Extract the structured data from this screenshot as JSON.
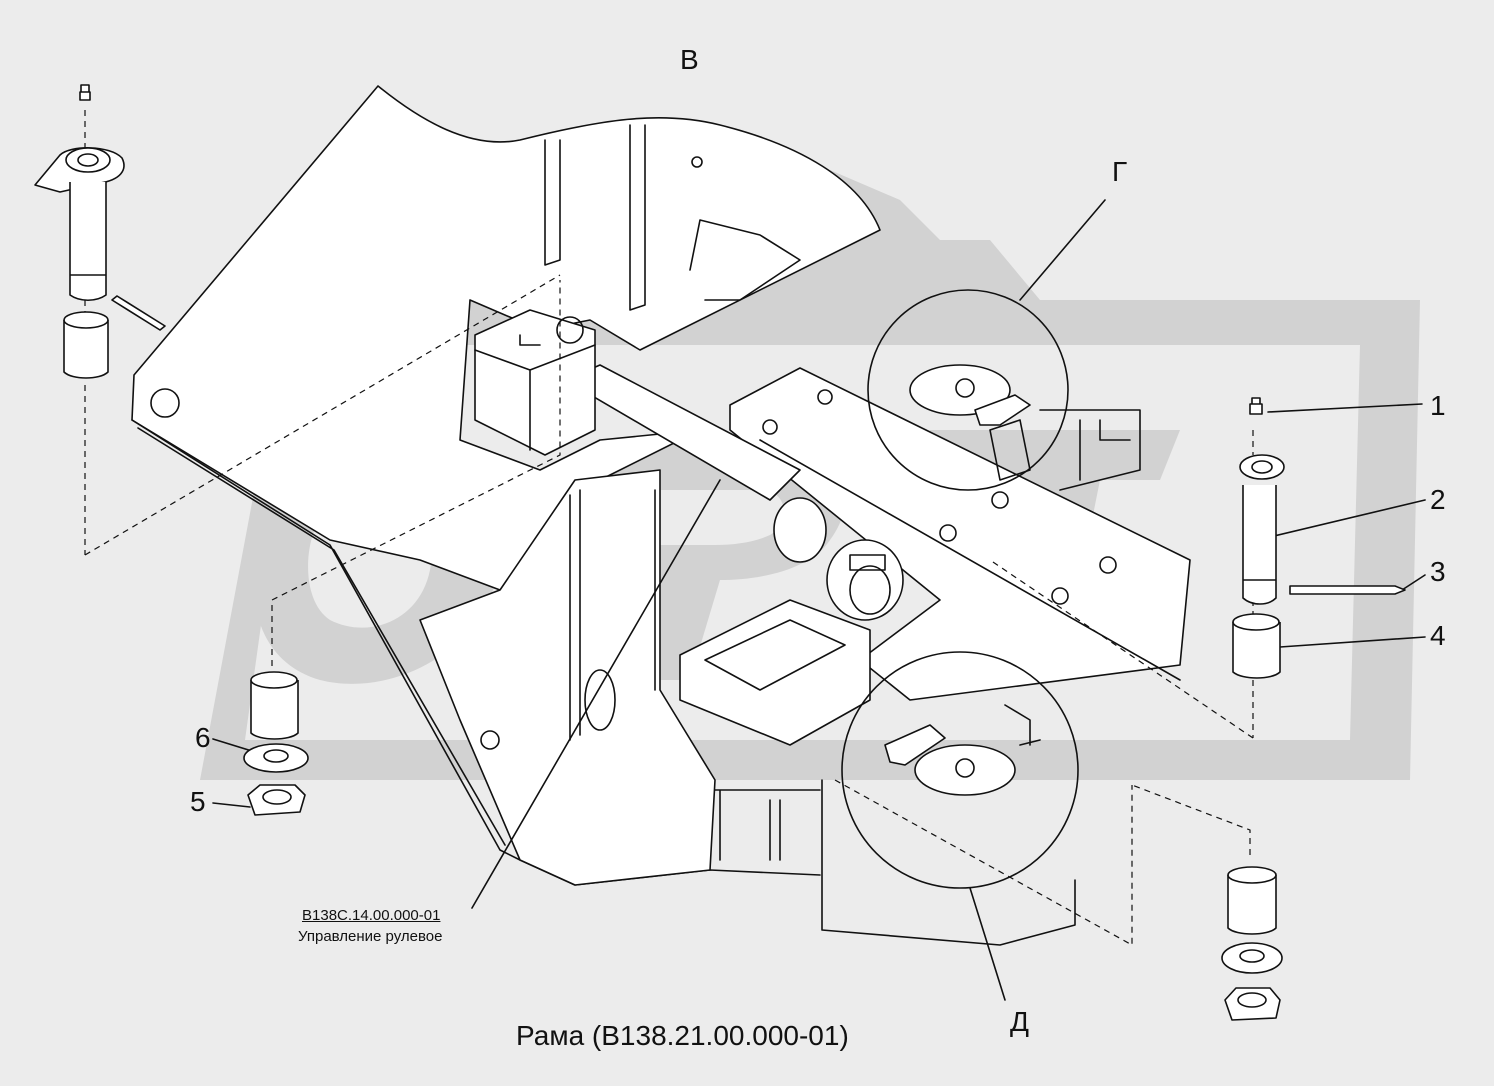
{
  "views": {
    "v": "В",
    "g": "Г",
    "d": "Д"
  },
  "callouts": [
    "1",
    "2",
    "3",
    "4",
    "5",
    "6"
  ],
  "reference": {
    "code": "В138С.14.00.000-01",
    "name": "Управление рулевое"
  },
  "caption": "Рама (В138.21.00.000-01)",
  "watermark": {
    "text": "OPT"
  },
  "colors": {
    "background": "#ececec",
    "line": "#111111",
    "part_fill": "#ffffff",
    "watermark": "#d2d2d2"
  }
}
